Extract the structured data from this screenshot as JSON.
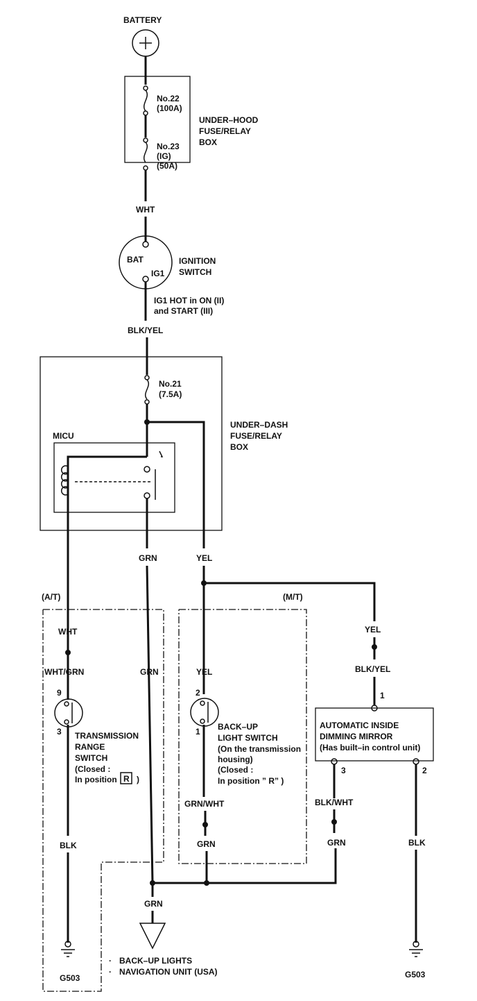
{
  "labels": {
    "battery": "BATTERY",
    "fuse22_num": "No.22",
    "fuse22_amp": "(100A)",
    "fuse23_num": "No.23",
    "fuse23_ig": "(IG)",
    "fuse23_amp": "(50A)",
    "underhood_1": "UNDER–HOOD",
    "underhood_2": "FUSE/RELAY",
    "underhood_3": "BOX",
    "wht_top": "WHT",
    "bat": "BAT",
    "ig1": "IG1",
    "ignition_1": "IGNITION",
    "ignition_2": "SWITCH",
    "ig1hot_1": "IG1 HOT in ON (II)",
    "ig1hot_2": "and START (III)",
    "blkyel_top": "BLK/YEL",
    "fuse21_num": "No.21",
    "fuse21_amp": "(7.5A)",
    "underdash_1": "UNDER–DASH",
    "underdash_2": "FUSE/RELAY",
    "underdash_3": "BOX",
    "micu": "MICU",
    "grn_mid": "GRN",
    "yel_mid": "YEL",
    "at": "(A/T)",
    "mt": "(M/T)",
    "wht_at": "WHT",
    "whtgrn": "WHT/GRN",
    "pin9": "9",
    "pin3": "3",
    "trs_1": "TRANSMISSION",
    "trs_2": "RANGE",
    "trs_3": "SWITCH",
    "trs_4": "(Closed :",
    "trs_5": "In position",
    "trs_r": "R",
    "trs_close": ")",
    "blk_left": "BLK",
    "g503_left": "G503",
    "grn_left": "GRN",
    "yel_center": "YEL",
    "pin2_bu": "2",
    "pin1_bu": "1",
    "bu_1": "BACK–UP",
    "bu_2": "LIGHT SWITCH",
    "bu_3": "(On the transmission",
    "bu_4": "housing)",
    "bu_5": "(Closed :",
    "bu_6": "In position ” R” )",
    "grnwht": "GRN/WHT",
    "grn_center": "GRN",
    "yel_right": "YEL",
    "blkyel_right": "BLK/YEL",
    "pin1_mirror": "1",
    "mirror_1": "AUTOMATIC INSIDE",
    "mirror_2": "DIMMING MIRROR",
    "mirror_3": "(Has built–in control unit)",
    "pin3_mirror": "3",
    "pin2_mirror": "2",
    "blkwht": "BLK/WHT",
    "grn_right": "GRN",
    "blk_right": "BLK",
    "g503_right": "G503",
    "grn_bottom": "GRN",
    "backup_lights": "BACK–UP LIGHTS",
    "nav_unit": "NAVIGATION UNIT (USA)",
    "bullet": "·"
  }
}
